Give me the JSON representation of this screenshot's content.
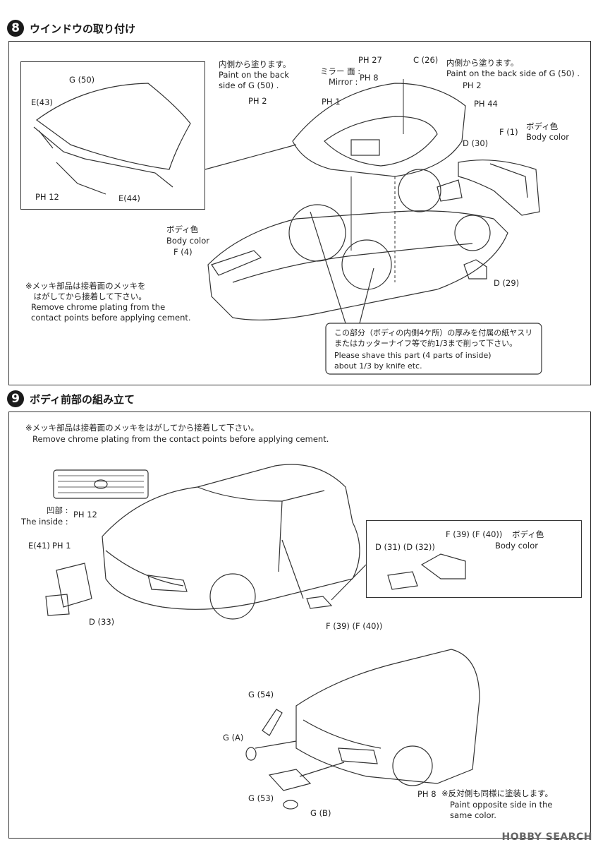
{
  "step8": {
    "number": "8",
    "title": "ウインドウの取り付け",
    "labels": {
      "g50": "G (50)",
      "e43": "E(43)",
      "ph12": "PH 12",
      "e44": "E(44)",
      "inside_paint_jp": "内側から塗ります。",
      "inside_paint_en": "Paint on the back\nside of G (50) .",
      "ph27": "PH 27",
      "mirror_face": "ミラー 面 :",
      "mirror_en": "Mirror :",
      "ph8": "PH 8",
      "c26": "C (26)",
      "inside_paint2_jp": "内側から塗ります。",
      "inside_paint2_en": "Paint on the back side of G (50) .",
      "ph2_right": "PH 2",
      "ph2_left": "PH 2",
      "ph1": "PH 1",
      "ph44": "PH 44",
      "f1": "F (1)",
      "body_color_jp_1": "ボディ色",
      "body_color_en_1": "Body color",
      "d30": "D (30)",
      "body_color_jp_2": "ボディ色",
      "body_color_en_2": "Body color",
      "f4": "F (4)",
      "d29": "D (29)",
      "note_jp": "※メッキ部品は接着面のメッキを\n　はがしてから接着して下さい。",
      "note_en": "Remove chrome plating from the\ncontact points before applying cement.",
      "shave_jp": "この部分（ボディの内側4ケ所）の厚みを付属の紙ヤスリ\nまたはカッターナイフ等で約1/3まで削って下さい。",
      "shave_en": "Please shave this part (4 parts of inside)\nabout 1/3 by knife etc."
    }
  },
  "step9": {
    "number": "9",
    "title": "ボディ前部の組み立て",
    "labels": {
      "note_jp": "※メッキ部品は接着面のメッキをはがしてから接着して下さい。",
      "note_en": "Remove chrome plating from the contact points before applying cement.",
      "inside_jp": "凹部 :",
      "inside_en": "The inside :",
      "ph12": "PH 12",
      "e41": "E(41)",
      "ph1": "PH 1",
      "d33": "D (33)",
      "d31": "D (31) (D (32))",
      "f39_top": "F (39) (F (40))",
      "body_color_jp": "ボディ色",
      "body_color_en": "Body color",
      "f39_bottom": "F (39) (F (40))",
      "g54": "G (54)",
      "ga": "G (A)",
      "g53": "G (53)",
      "gb": "G (B)",
      "ph8": "PH 8",
      "opposite_jp": "※反対側も同様に塗装します。",
      "opposite_en": "Paint opposite side in the\nsame color."
    }
  },
  "watermark": "HOBBY SEARCH"
}
